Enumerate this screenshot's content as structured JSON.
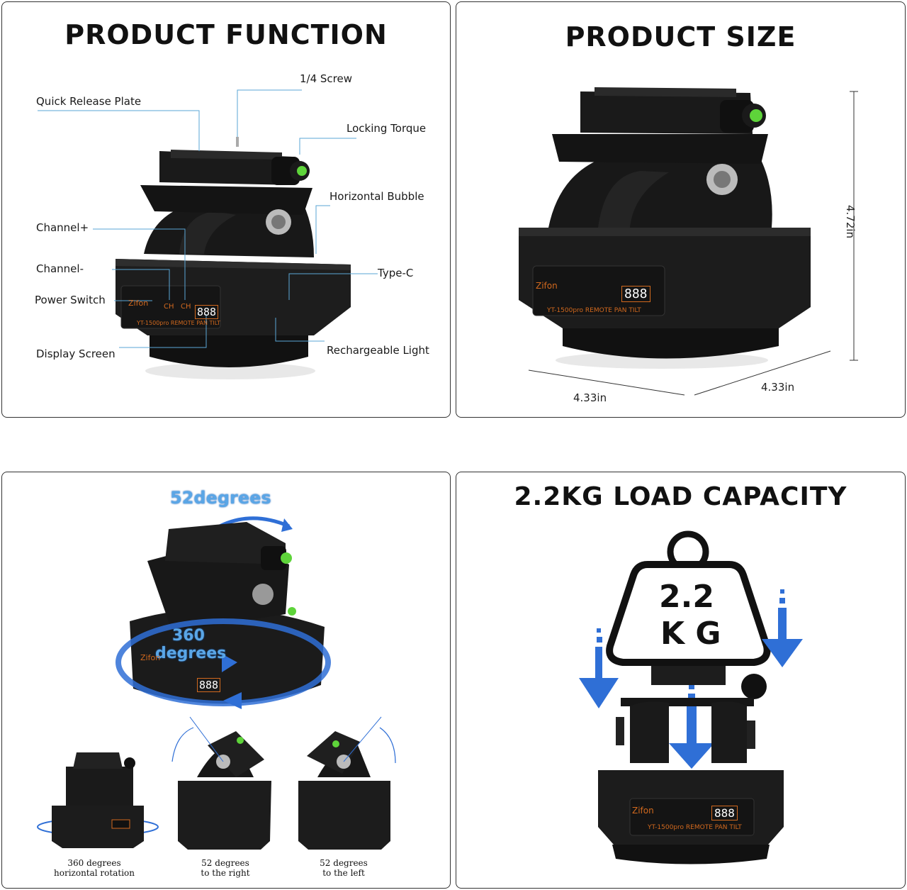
{
  "function_panel": {
    "title": "PRODUCT FUNCTION",
    "labels": {
      "screw": "1/4 Screw",
      "quick_release": "Quick Release Plate",
      "locking": "Locking Torque",
      "bubble": "Horizontal Bubble",
      "ch_plus": "Channel+",
      "ch_minus": "Channel-",
      "type_c": "Type-C",
      "power": "Power Switch",
      "display": "Display Screen",
      "light": "Rechargeable Light"
    }
  },
  "size_panel": {
    "title": "PRODUCT SIZE",
    "height": "4.72in",
    "width": "4.33in",
    "depth": "4.33in"
  },
  "rotation_panel": {
    "tilt_badge": "52degrees",
    "pan_badge_line1": "360",
    "pan_badge_line2": "degrees",
    "captions": [
      {
        "line1": "360 degrees",
        "line2": "horizontal rotation"
      },
      {
        "line1": "52 degrees",
        "line2": "to the right"
      },
      {
        "line1": "52 degrees",
        "line2": "to the left"
      }
    ]
  },
  "load_panel": {
    "title": "2.2KG LOAD CAPACITY",
    "weight_line1": "2.2",
    "weight_line2": "K G"
  },
  "device": {
    "brand": "Zifon",
    "model": "YT-1500pro REMOTE PAN TILT",
    "display": "888",
    "ch": "CH"
  },
  "colors": {
    "accent_blue": "#2f6fd6",
    "leader_line": "#5aa6d6",
    "device_body": "#1c1c1c",
    "panel_text": "#d2691e"
  }
}
